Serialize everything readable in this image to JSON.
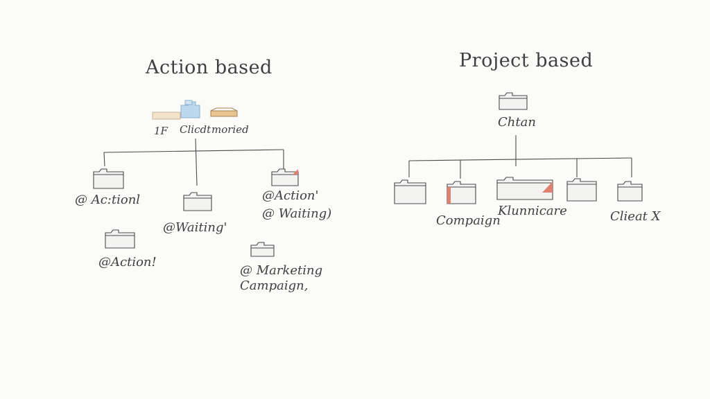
{
  "action": {
    "title": "Action based",
    "top_labels": [
      "1F",
      "Clicdt",
      "moried"
    ],
    "branches": {
      "left": "@ Ac:tionl",
      "left_sub": "@Action!",
      "middle": "@Waiting'",
      "right_1": "@Action'",
      "right_2": "@ Waiting)",
      "extra_1": "@ Marketing",
      "extra_2": "Campaign,"
    }
  },
  "project": {
    "title": "Project based",
    "root": "Chtan",
    "children": [
      "Compaign",
      "Klunnicare",
      "Clieat X"
    ]
  },
  "colors": {
    "ink": "#404040",
    "accent_red": "#e0806f",
    "accent_blue": "#a9cde6",
    "accent_tan": "#d6b27a"
  }
}
